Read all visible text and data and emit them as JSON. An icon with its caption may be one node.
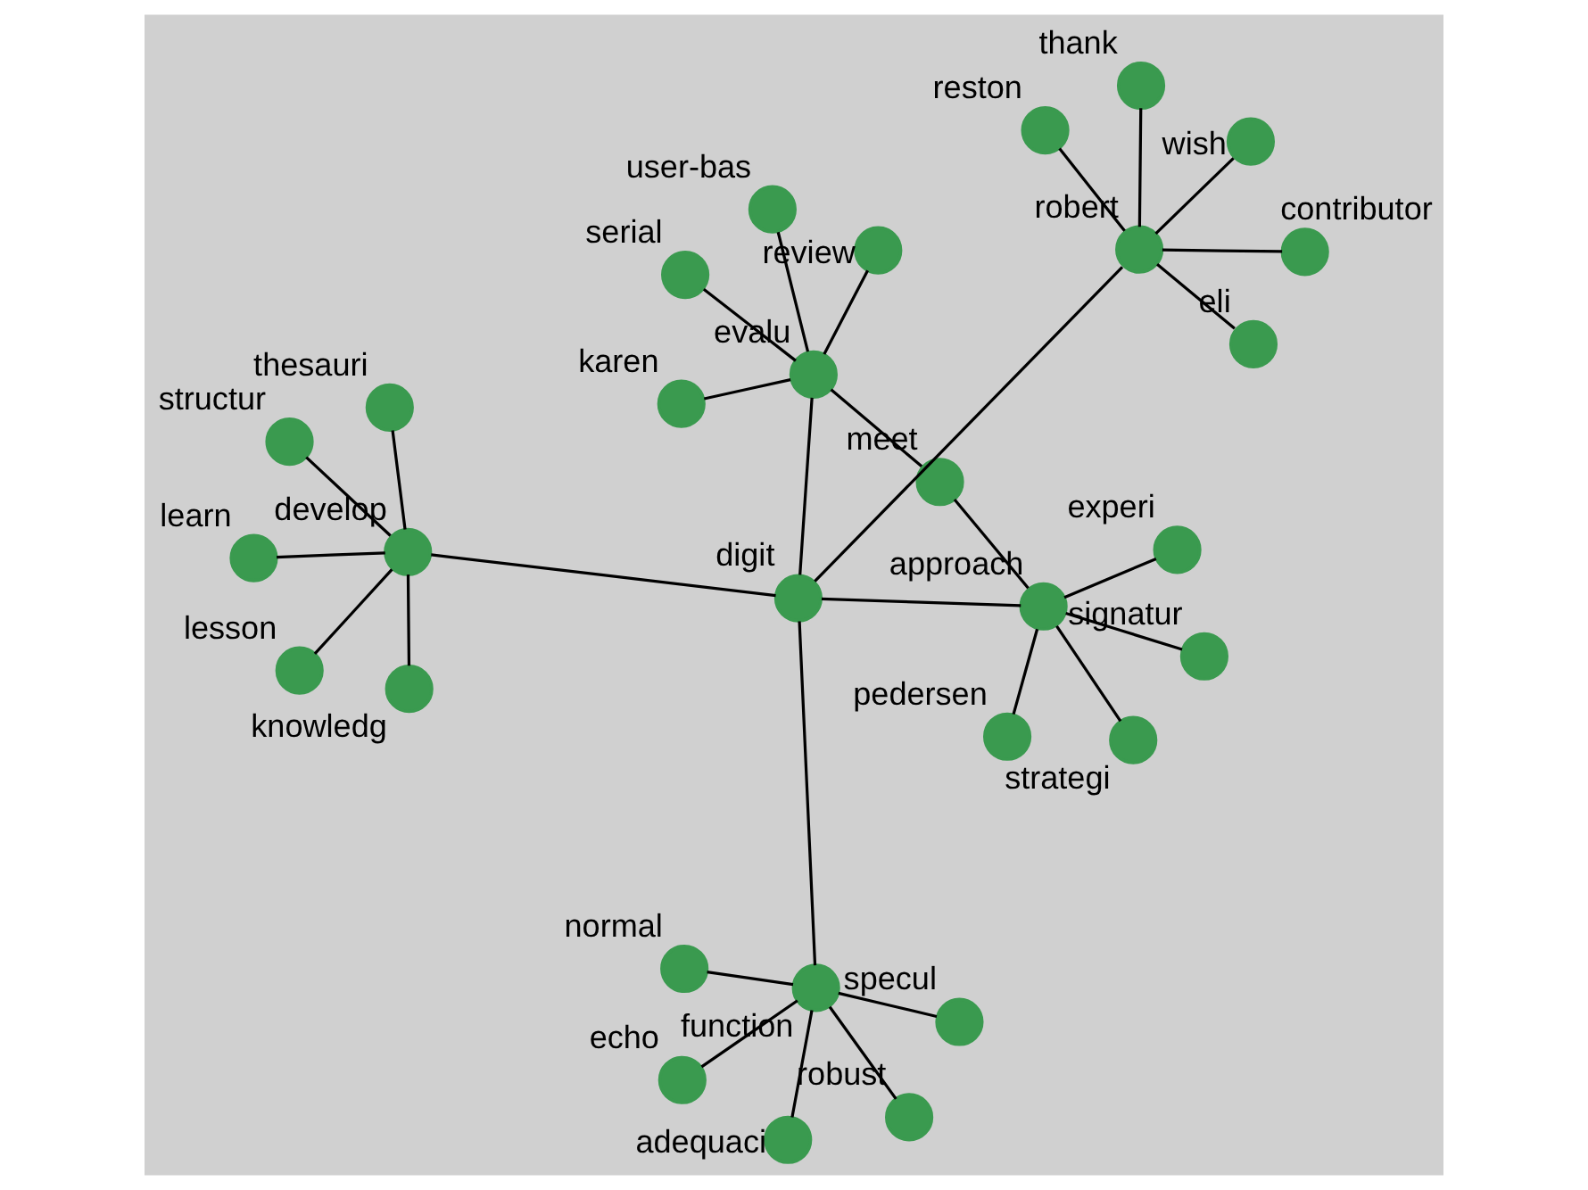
{
  "diagram": {
    "nodes": [
      {
        "text": [
          "learn"
        ]
      },
      {
        "text": [
          "knowledg"
        ]
      },
      {
        "text": [
          "strategi"
        ]
      },
      {
        "text": [
          "experi"
        ]
      },
      {
        "text": [
          "thesauri"
        ]
      },
      {
        "text": [
          "develop"
        ]
      },
      {
        "text": [
          "pedersen"
        ]
      },
      {
        "text": [
          "approach"
        ]
      },
      {
        "text": [
          "lesson"
        ]
      },
      {
        "text": [
          "meet"
        ]
      },
      {
        "text": [
          "adequaci"
        ]
      },
      {
        "text": [
          "structur"
        ]
      },
      {
        "text": [
          "specul"
        ]
      },
      {
        "text": [
          "signatur"
        ]
      },
      {
        "text": [
          "normal"
        ]
      },
      {
        "text": [
          "review"
        ]
      },
      {
        "text": [
          "digit"
        ]
      },
      {
        "text": [
          "evalu"
        ]
      },
      {
        "text": [
          "function"
        ]
      },
      {
        "text": [
          "reston"
        ]
      },
      {
        "text": [
          "echo"
        ]
      },
      {
        "text": [
          "karen"
        ]
      },
      {
        "text": [
          "user-bas"
        ]
      },
      {
        "text": [
          "wish"
        ]
      },
      {
        "text": [
          "serial"
        ]
      },
      {
        "text": [
          "robust"
        ]
      },
      {
        "text": [
          "robert"
        ]
      },
      {
        "text": [
          "thank"
        ]
      },
      {
        "text": [
          "eli"
        ]
      },
      {
        "text": [
          "contributor"
        ]
      }
    ],
    "edges": [
      {
        "from": 5,
        "to": 0,
        "arrow": "none"
      },
      {
        "from": 5,
        "to": 1,
        "arrow": "none"
      },
      {
        "from": 5,
        "to": 4,
        "arrow": "none"
      },
      {
        "from": 5,
        "to": 8,
        "arrow": "none"
      },
      {
        "from": 5,
        "to": 11,
        "arrow": "none"
      },
      {
        "from": 5,
        "to": 16,
        "arrow": "none"
      },
      {
        "from": 7,
        "to": 2,
        "arrow": "none"
      },
      {
        "from": 7,
        "to": 3,
        "arrow": "none"
      },
      {
        "from": 7,
        "to": 6,
        "arrow": "none"
      },
      {
        "from": 7,
        "to": 13,
        "arrow": "none"
      },
      {
        "from": 7,
        "to": 16,
        "arrow": "none"
      },
      {
        "from": 7,
        "to": 9,
        "arrow": "none"
      },
      {
        "from": 17,
        "to": 9,
        "arrow": "none"
      },
      {
        "from": 17,
        "to": 15,
        "arrow": "none"
      },
      {
        "from": 17,
        "to": 21,
        "arrow": "none"
      },
      {
        "from": 17,
        "to": 24,
        "arrow": "none"
      },
      {
        "from": 17,
        "to": 22,
        "arrow": "none"
      },
      {
        "from": 17,
        "to": 16,
        "arrow": "none"
      },
      {
        "from": 16,
        "to": 18,
        "arrow": "none"
      },
      {
        "from": 16,
        "to": 26,
        "arrow": "none"
      },
      {
        "from": 26,
        "to": 19,
        "arrow": "none"
      },
      {
        "from": 26,
        "to": 23,
        "arrow": "none"
      },
      {
        "from": 26,
        "to": 28,
        "arrow": "none"
      },
      {
        "from": 26,
        "to": 27,
        "arrow": "none"
      },
      {
        "from": 26,
        "to": 29,
        "arrow": "none"
      },
      {
        "from": 18,
        "to": 12,
        "arrow": "none"
      },
      {
        "from": 18,
        "to": 10,
        "arrow": "none"
      },
      {
        "from": 18,
        "to": 14,
        "arrow": "none"
      },
      {
        "from": 18,
        "to": 20,
        "arrow": "none"
      },
      {
        "from": 18,
        "to": 25,
        "arrow": "none"
      }
    ]
  }
}
